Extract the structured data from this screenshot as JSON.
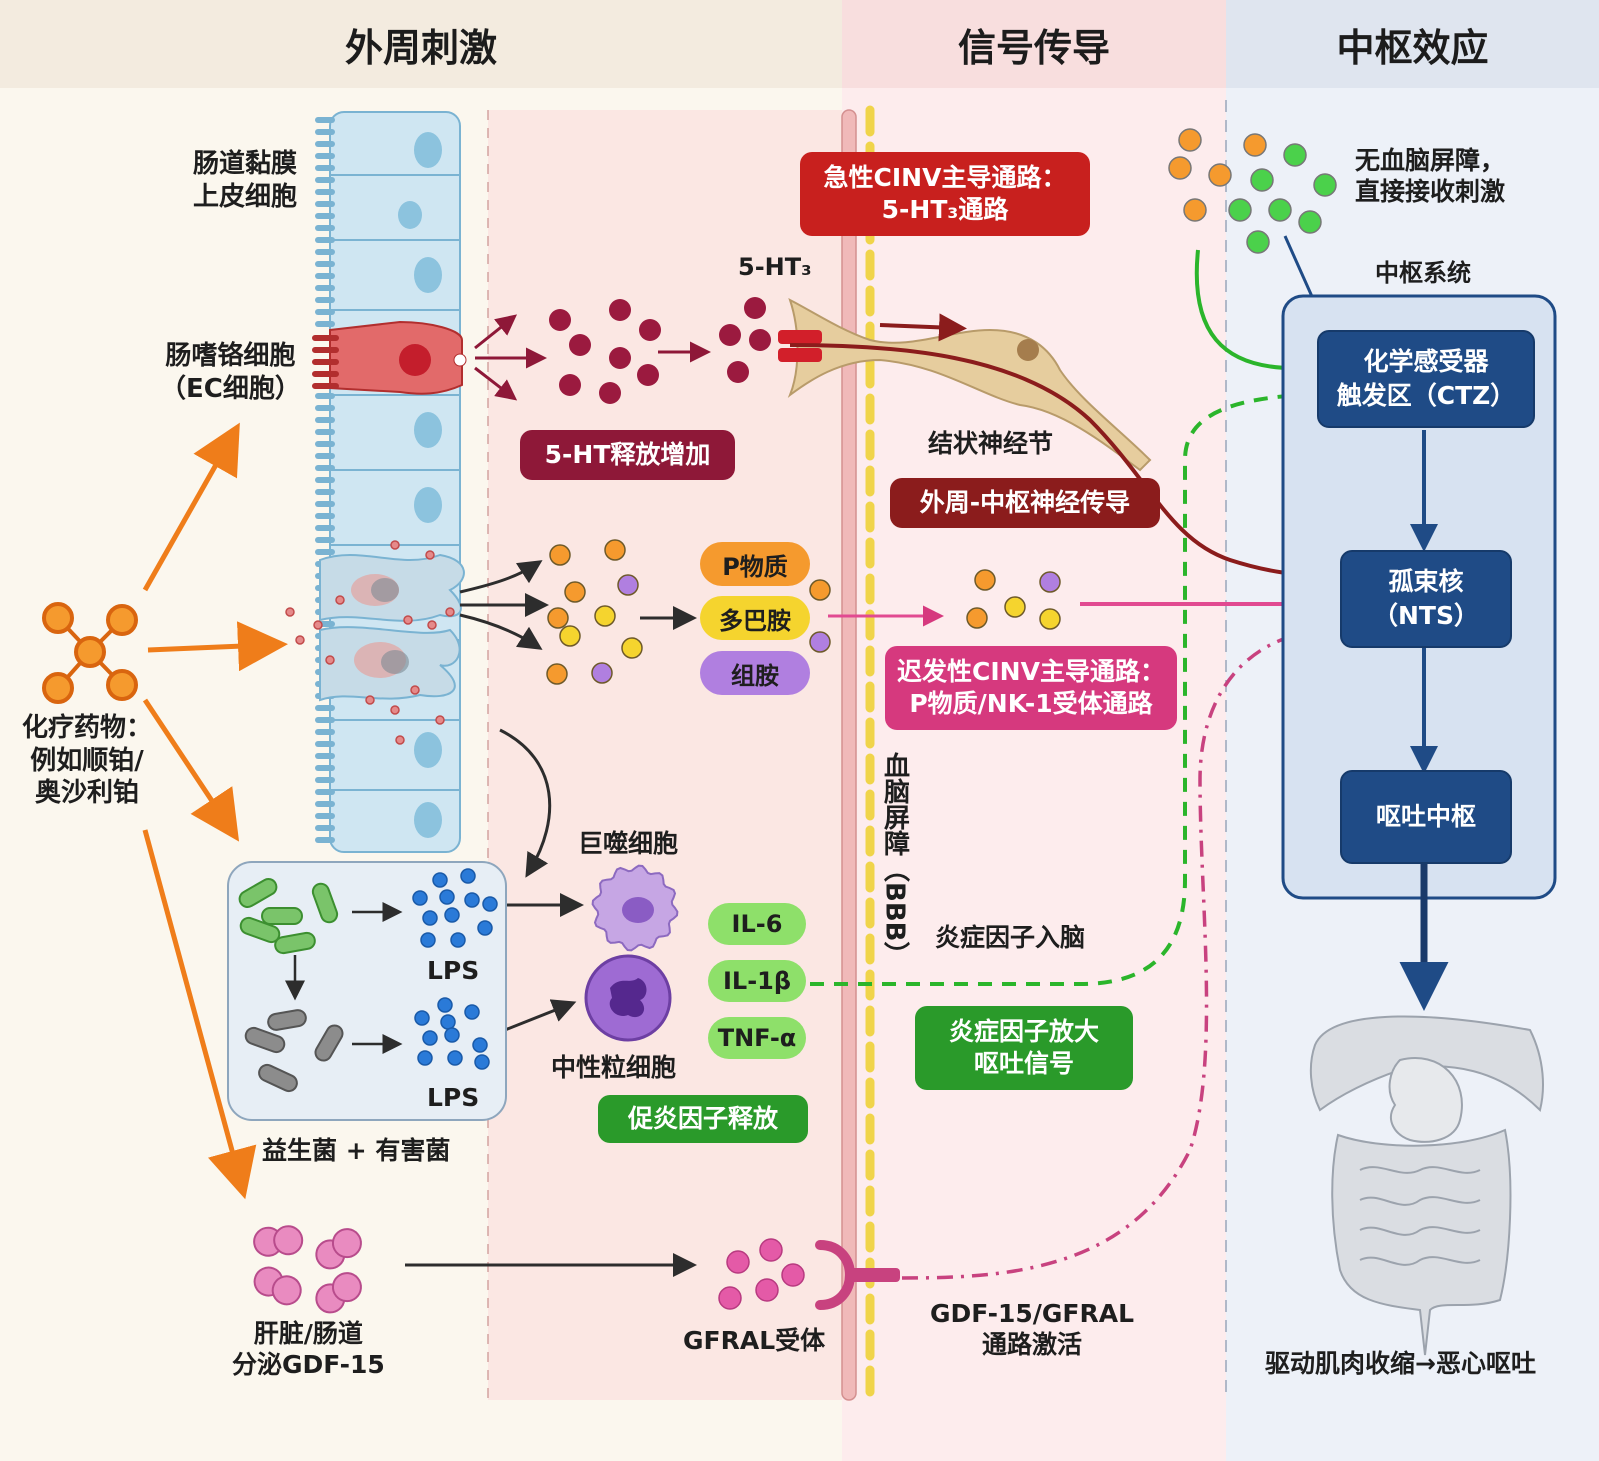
{
  "headers": {
    "left": "外周刺激",
    "middle": "信号传导",
    "right": "中枢效应"
  },
  "labels": {
    "epithelium": [
      "肠道黏膜",
      "上皮细胞"
    ],
    "ec_cell": [
      "肠嗜铬细胞",
      "（EC细胞）"
    ],
    "chemo_drug": [
      "化疗药物：",
      "例如顺铂/",
      "奥沙利铂"
    ],
    "ht3": "5-HT₃",
    "nodose_ganglion": "结状神经节",
    "no_bbb": [
      "无血脑屏障，",
      "直接接收刺激"
    ],
    "cns_title": "中枢系统",
    "bbb_vertical": "血脑屏障（BBB）",
    "inflam_enter_brain": "炎症因子入脑",
    "macrophage": "巨噬细胞",
    "neutrophil": "中性粒细胞",
    "lps_1": "LPS",
    "lps_2": "LPS",
    "microbiota": "益生菌 + 有害菌",
    "gdf15_source": [
      "肝脏/肠道",
      "分泌GDF-15"
    ],
    "gfral_receptor": "GFRAL受体",
    "gdf15_pathway": [
      "GDF-15/GFRAL",
      "通路激活"
    ],
    "outcome": "驱动肌肉收缩→恶心呕吐"
  },
  "boxes": {
    "acute_cinv": [
      "急性CINV主导通路：",
      "5-HT₃通路"
    ],
    "ht_release": "5-HT释放增加",
    "peripheral_central": "外周-中枢神经传导",
    "delayed_cinv": [
      "迟发性CINV主导通路：",
      "P物质/NK-1受体通路"
    ],
    "inflam_amplify": [
      "炎症因子放大",
      "呕吐信号"
    ],
    "proinflam_release": "促炎因子释放"
  },
  "neurotransmitters": [
    "P物质",
    "多巴胺",
    "组胺"
  ],
  "cytokines": [
    "IL-6",
    "IL-1β",
    "TNF-α"
  ],
  "cns": {
    "ctz": [
      "化学感受器",
      "触发区（CTZ）"
    ],
    "nts": [
      "孤束核",
      "（NTS）"
    ],
    "vomit_center": "呕吐中枢"
  },
  "colors": {
    "acute_red": "#c8201e",
    "ht_dark": "#8e1838",
    "neural_brown": "#8b1c1c",
    "delayed_pink": "#d6397e",
    "inflam_green": "#2a9a2a",
    "cytokine_light_green": "#8ee06a",
    "cns_blue": "#1f4b86",
    "drug_orange": "#ef7d1a"
  }
}
